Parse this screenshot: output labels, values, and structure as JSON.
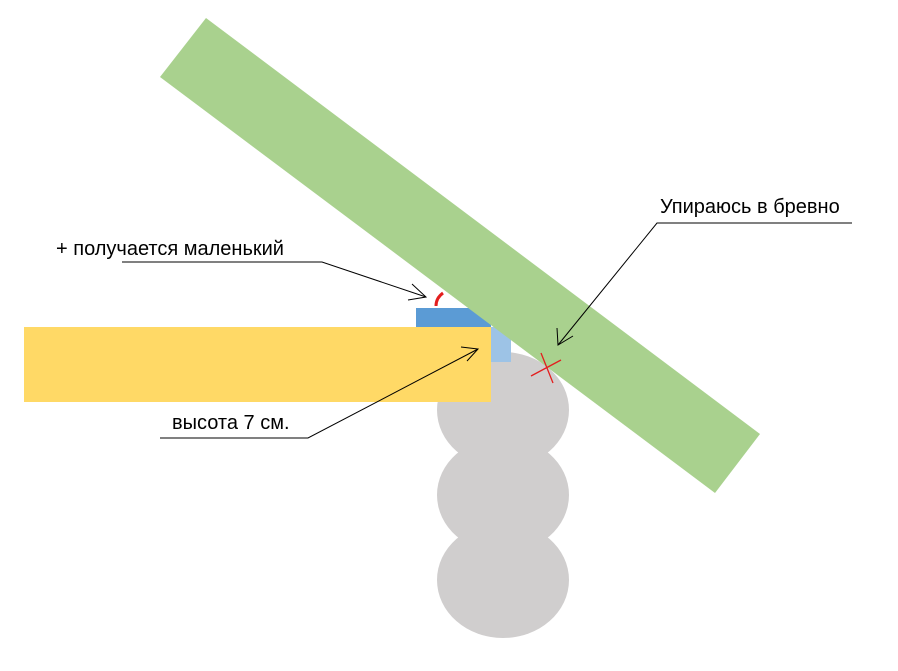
{
  "labels": {
    "angle_note": "+ получается маленький",
    "height_note": "высота 7 см.",
    "log_note": "Упираюсь в бревно"
  },
  "colors": {
    "rafter": "#a9d18e",
    "beam": "#ffd966",
    "log": "#d0cece",
    "plate_dark": "#5b9bd5",
    "plate_light": "#9dc3e6",
    "angle_arc": "#e31e1e",
    "cross_mark": "#e31e1e",
    "text": "#000000"
  }
}
